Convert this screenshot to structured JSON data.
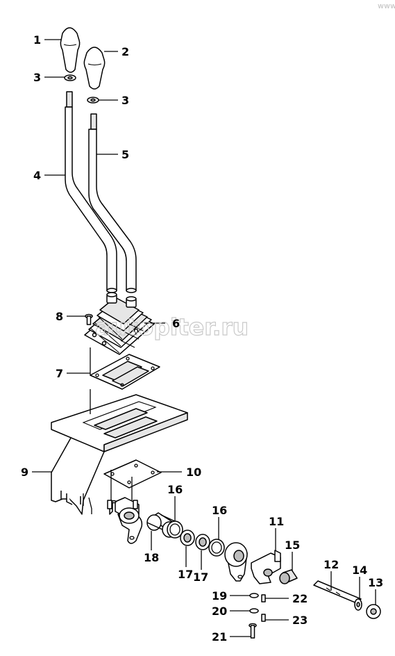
{
  "watermark": {
    "site": "autopiter.ru",
    "small": "www.a"
  },
  "callouts": [
    {
      "id": "c1",
      "text": "1"
    },
    {
      "id": "c2",
      "text": "2"
    },
    {
      "id": "c3a",
      "text": "3"
    },
    {
      "id": "c3b",
      "text": "3"
    },
    {
      "id": "c4",
      "text": "4"
    },
    {
      "id": "c5",
      "text": "5"
    },
    {
      "id": "c6",
      "text": "6"
    },
    {
      "id": "c7",
      "text": "7"
    },
    {
      "id": "c8",
      "text": "8"
    },
    {
      "id": "c9",
      "text": "9"
    },
    {
      "id": "c10",
      "text": "10"
    },
    {
      "id": "c11",
      "text": "11"
    },
    {
      "id": "c12",
      "text": "12"
    },
    {
      "id": "c13",
      "text": "13"
    },
    {
      "id": "c14",
      "text": "14"
    },
    {
      "id": "c15",
      "text": "15"
    },
    {
      "id": "c16a",
      "text": "16"
    },
    {
      "id": "c16b",
      "text": "16"
    },
    {
      "id": "c17a",
      "text": "17"
    },
    {
      "id": "c17b",
      "text": "17"
    },
    {
      "id": "c18",
      "text": "18"
    },
    {
      "id": "c19",
      "text": "19"
    },
    {
      "id": "c20",
      "text": "20"
    },
    {
      "id": "c21",
      "text": "21"
    },
    {
      "id": "c22",
      "text": "22"
    },
    {
      "id": "c23",
      "text": "23"
    }
  ]
}
